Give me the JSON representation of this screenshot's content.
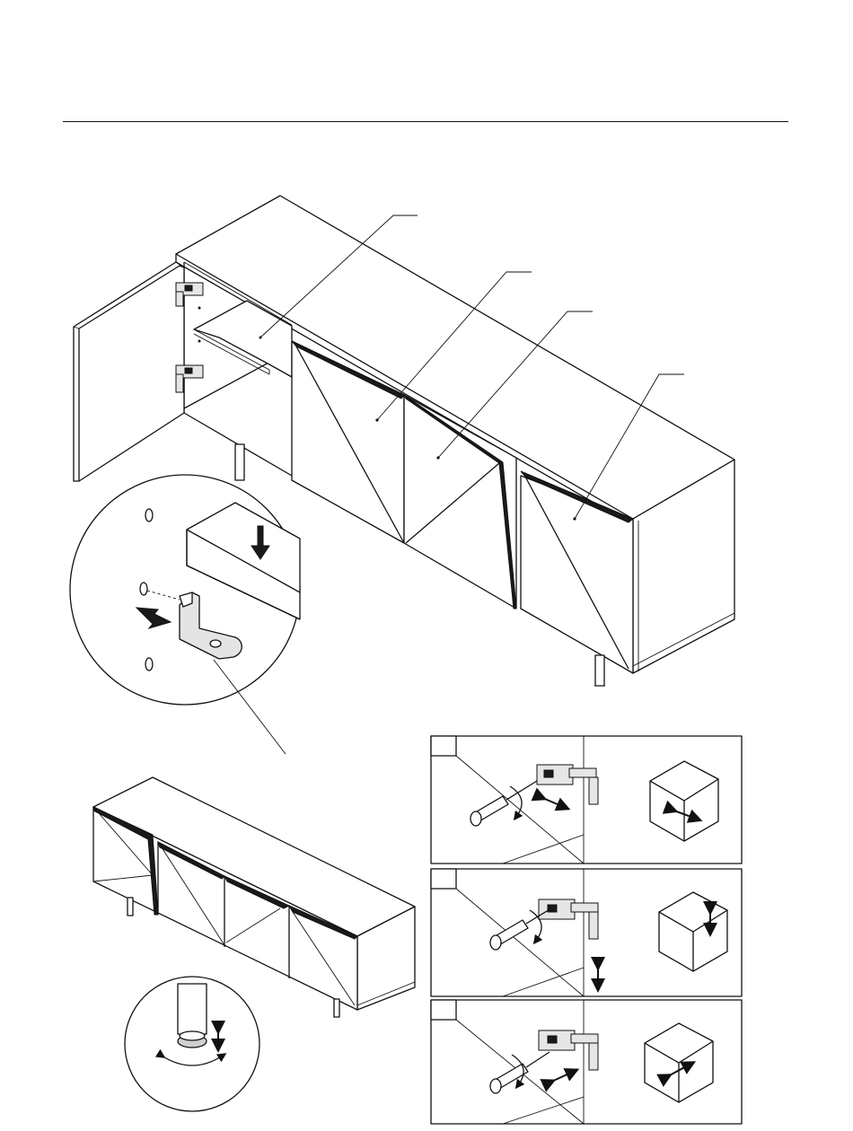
{
  "page": {
    "accent_color": "#111111",
    "background_color": "#ffffff"
  },
  "diagram": {
    "main_view": "sideboard-open-door",
    "detail_views": [
      "shelf-pin-detail",
      "leveling-foot-detail",
      "hinge-adjust-depth",
      "hinge-adjust-height",
      "hinge-adjust-side"
    ],
    "icons": [
      "hinge-icon",
      "screwdriver-icon",
      "double-arrow-icon",
      "rotate-arrow-icon",
      "shelf-pin-icon",
      "cube-icon"
    ]
  }
}
